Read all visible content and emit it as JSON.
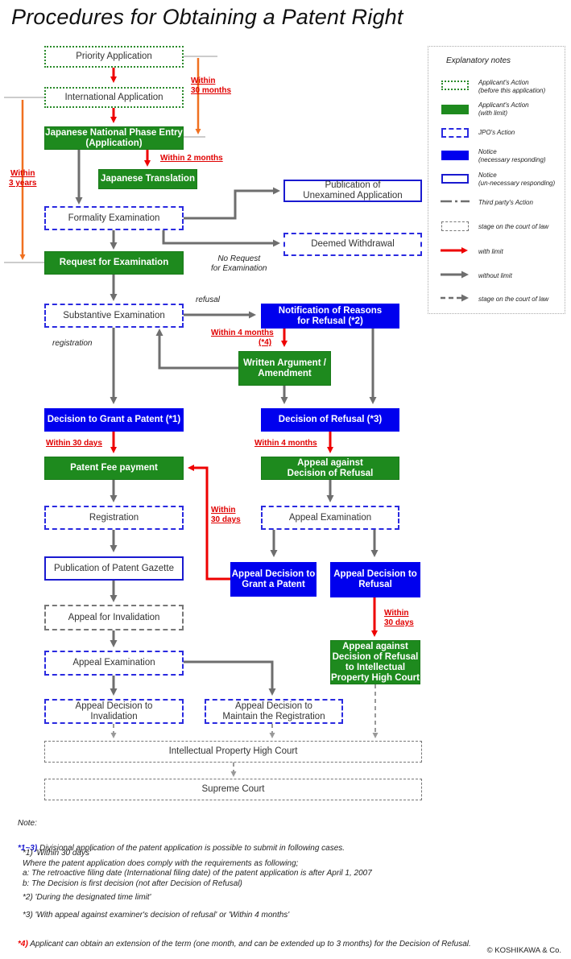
{
  "title": "Procedures for Obtaining a Patent Right",
  "boxes": {
    "priority": "Priority Application",
    "international": "International Application",
    "national_phase": "Japanese National Phase Entry\n(Application)",
    "translation": "Japanese Translation",
    "formality": "Formality Examination",
    "publication_unexamined": "Publication of\nUnexamined Application",
    "deemed_withdrawal": "Deemed Withdrawal",
    "request_exam": "Request for Examination",
    "substantive": "Substantive Examination",
    "notification": "Notification of Reasons\nfor Refusal (*2)",
    "written_argument": "Written Argument /\nAmendment",
    "decision_grant": "Decision to Grant a Patent (*1)",
    "decision_refusal": "Decision of Refusal (*3)",
    "fee_payment": "Patent Fee payment",
    "appeal_refusal": "Appeal against\nDecision of Refusal",
    "registration": "Registration",
    "appeal_exam_right": "Appeal Examination",
    "gazette": "Publication of Patent Gazette",
    "appeal_grant": "Appeal Decision to\nGrant a Patent",
    "appeal_decision_refusal": "Appeal Decision to\nRefusal",
    "appeal_invalidation": "Appeal for Invalidation",
    "appeal_ip_court": "Appeal against\nDecision of Refusal\nto Intellectual\nProperty High Court",
    "appeal_exam_left": "Appeal Examination",
    "decision_invalidation": "Appeal Decision to\nInvalidation",
    "decision_maintain": "Appeal Decision to\nMaintain the Registration",
    "ip_high_court": "Intellectual Property High Court",
    "supreme_court": "Supreme Court"
  },
  "labels": {
    "within_30_months": "Within\n30 months",
    "within_3_years": "Within\n3 years",
    "within_2_months": "Within 2 months",
    "no_request": "No Request\nfor Examination",
    "refusal": "refusal",
    "registration": "registration",
    "within_4_months_a": "Within 4 months",
    "star4": "(*4)",
    "within_30_days_a": "Within 30 days",
    "within_4_months_b": "Within 4 months",
    "within_30_days_b": "Within\n30 days",
    "within_30_days_c": "Within\n30 days"
  },
  "legend": {
    "title": "Explanatory notes",
    "items": [
      "Applicant's Action\n(before this application)",
      "Applicant's Action\n(with limit)",
      "JPO's Action",
      "Notice\n(necessary responding)",
      "Notice\n(un-necessary responding)",
      "Third party's Action",
      "stage on the court of law",
      "with limit",
      "without limit",
      "stage on the court of law"
    ]
  },
  "notes": {
    "heading": "Note:",
    "l1_marker": "*1~3)",
    "l1": " Divisional application of the patent application is possible  to submit in following cases.",
    "l2": "*1) 'Within 30 days'\n     Where the patent application does comply with the requirements as following;\n     a: The retroactive filing date (International filing date) of the patent application is after April 1, 2007\n     b: The Decision is first decision (not after Decision of Refusal)",
    "l3": "*2)  'During the designated time limit'",
    "l4": "*3)  'With appeal against examiner's decision of refusal' or 'Within 4 months'",
    "l5_marker": "*4)",
    "l5": " Applicant can obtain an extension of the term (one month, and can be extended up to 3 months) for the Decision of Refusal."
  },
  "copyright": "© KOSHIKAWA & Co.",
  "colors": {
    "red": "#ee0000",
    "orange": "#f07020",
    "gray": "#6e6e6e",
    "green": "#1e8a1e",
    "blue": "#0000ee"
  }
}
